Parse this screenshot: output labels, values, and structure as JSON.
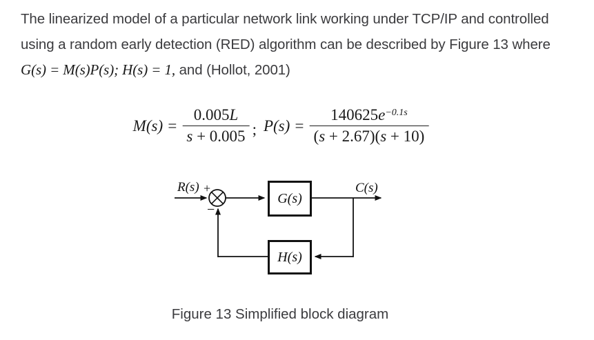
{
  "page": {
    "background": "#ffffff",
    "body_text_color": "#3b3b3e",
    "math_color": "#1a1a1a",
    "diagram_line_color": "#111111"
  },
  "paragraph": {
    "line1": "The linearized model of a particular network link working under TCP/IP and controlled",
    "line2": "using a random early detection (RED) algorithm can be described by Figure 13 where",
    "line3_math": "G(s) = M(s)P(s);  H(s) = 1,",
    "line3_text": " and (Hollot, 2001)"
  },
  "equations": {
    "m": {
      "lhs": "M(s) =",
      "num_coeff": "0.005",
      "num_var": "L",
      "den_var": "s",
      "den_rest": " + 0.005"
    },
    "separator": ";",
    "p": {
      "lhs": "P(s) =",
      "num_coeff": "140625",
      "num_var": "e",
      "num_exp": "−0.1s",
      "den_open": "(",
      "den_var1": "s",
      "den_mid": " + 2.67)(",
      "den_var2": "s",
      "den_close": " + 10)"
    }
  },
  "diagram": {
    "input_label": "R(s)",
    "output_label": "C(s)",
    "forward_block_label": "G(s)",
    "feedback_block_label": "H(s)",
    "sum_plus_sign": "+",
    "sum_minus_sign": "−"
  },
  "caption": "Figure 13 Simplified block diagram"
}
